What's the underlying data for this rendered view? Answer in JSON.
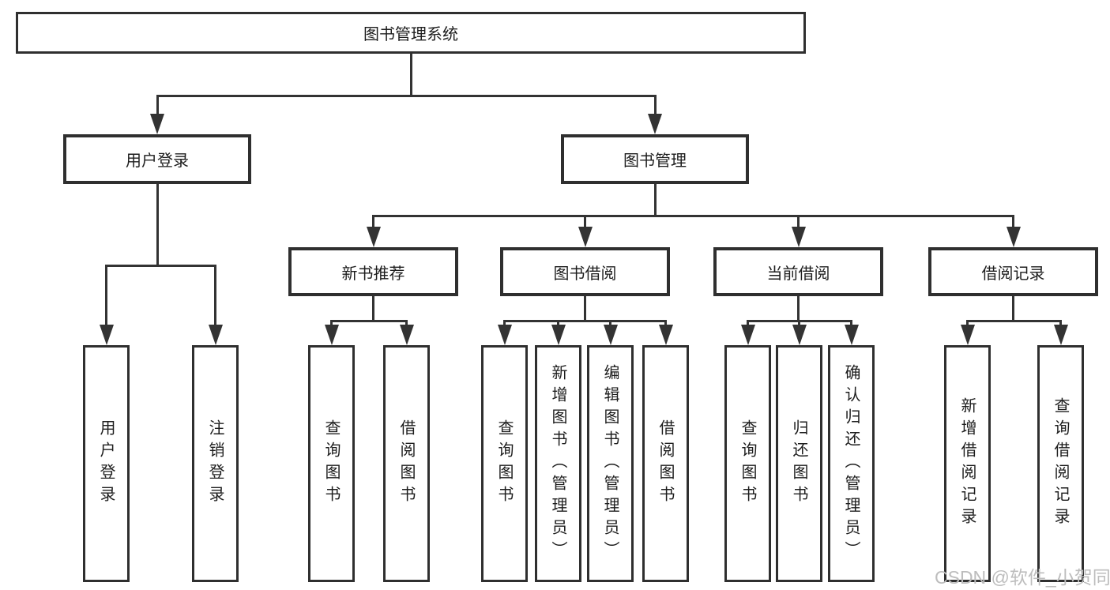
{
  "colors": {
    "line": "#333333",
    "box_border": "#2f2f2f",
    "text": "#1d1d1d",
    "background": "#ffffff",
    "watermark": "#bdbdbd"
  },
  "watermark": {
    "text": "CSDN @软件_小贺同学"
  },
  "diagram": {
    "root": {
      "label": "图书管理系统"
    },
    "branches": [
      {
        "label": "用户登录",
        "children": [
          {
            "label": "用户登录"
          },
          {
            "label": "注销登录"
          }
        ]
      },
      {
        "label": "图书管理",
        "children": [
          {
            "label": "新书推荐",
            "children": [
              {
                "label": "查询图书"
              },
              {
                "label": "借阅图书"
              }
            ]
          },
          {
            "label": "图书借阅",
            "children": [
              {
                "label": "查询图书"
              },
              {
                "label": "新增图书（管理员）"
              },
              {
                "label": "编辑图书（管理员）"
              },
              {
                "label": "借阅图书"
              }
            ]
          },
          {
            "label": "当前借阅",
            "children": [
              {
                "label": "查询图书"
              },
              {
                "label": "归还图书"
              },
              {
                "label": "确认归还（管理员）"
              }
            ]
          },
          {
            "label": "借阅记录",
            "children": [
              {
                "label": "新增借阅记录"
              },
              {
                "label": "查询借阅记录"
              }
            ]
          }
        ]
      }
    ]
  }
}
